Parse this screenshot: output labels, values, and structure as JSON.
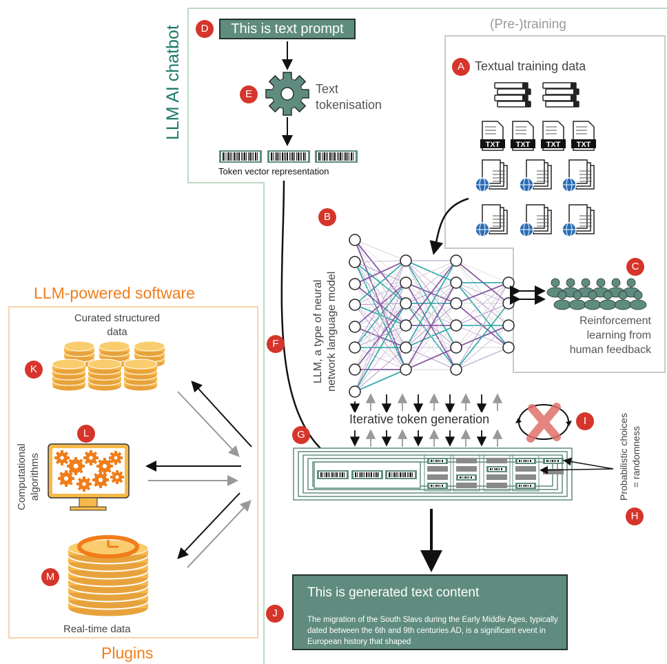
{
  "chatbot": {
    "title": "LLM AI chatbot",
    "prompt": "This is text prompt",
    "tokenisation_label_1": "Text",
    "tokenisation_label_2": "tokenisation",
    "token_vector_label": "Token vector representation",
    "network_label_1": "LLM, a type of neural",
    "network_label_2": "network language model",
    "iterative_label": "Iterative token generation",
    "probabilistic_label_1": "Probabilistic choices",
    "probabilistic_label_2": "= randomness",
    "generated_title": "This is generated text content",
    "generated_body": "The migration of the South Slavs during the Early Middle Ages, typically dated between the 6th and 9th centuries AD, is a significant event in European history that shaped"
  },
  "pretraining": {
    "title": "(Pre-)training",
    "data_label": "Textual training data",
    "rlhf_1": "Reinforcement",
    "rlhf_2": "learning from",
    "rlhf_3": "human feedback",
    "file_tag": "TXT"
  },
  "software": {
    "title": "LLM-powered software",
    "curated_1": "Curated structured",
    "curated_2": "data",
    "algorithms_1": "Computational",
    "algorithms_2": "algorithms",
    "realtime": "Real-time data",
    "plugins": "Plugins"
  },
  "badges": {
    "a": "A",
    "b": "B",
    "c": "C",
    "d": "D",
    "e": "E",
    "f": "F",
    "g": "G",
    "h": "H",
    "i": "I",
    "j": "J",
    "k": "K",
    "l": "L",
    "m": "M"
  },
  "colors": {
    "teal": "#5f8c7f",
    "orange": "#f07d1a",
    "gold": "#f7b94a",
    "red": "#d5352a",
    "purple": "#7b4a9a",
    "cyan": "#27a3a3",
    "frame_green": "#bcd9c3",
    "frame_grey": "#c8c8c8",
    "frame_orange": "#f7d4a8"
  }
}
